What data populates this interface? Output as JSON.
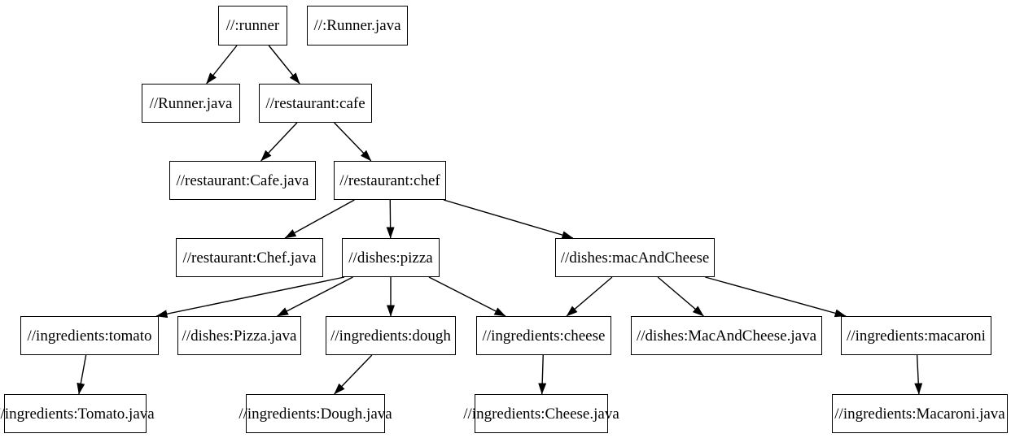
{
  "diagram": {
    "type": "dependency-graph",
    "background_color": "#ffffff",
    "node_fill_color": "#ffffff",
    "node_border_color": "#000000",
    "edge_color": "#000000",
    "text_color": "#000000",
    "nodes": [
      {
        "id": "runner",
        "label": "//:runner"
      },
      {
        "id": "runner-java-src",
        "label": "//:Runner.java"
      },
      {
        "id": "runner-java-file",
        "label": "//Runner.java"
      },
      {
        "id": "cafe",
        "label": "//restaurant:cafe"
      },
      {
        "id": "cafe-java",
        "label": "//restaurant:Cafe.java"
      },
      {
        "id": "chef",
        "label": "//restaurant:chef"
      },
      {
        "id": "chef-java",
        "label": "//restaurant:Chef.java"
      },
      {
        "id": "pizza",
        "label": "//dishes:pizza"
      },
      {
        "id": "mac-and-cheese",
        "label": "//dishes:macAndCheese"
      },
      {
        "id": "tomato",
        "label": "//ingredients:tomato"
      },
      {
        "id": "pizza-java",
        "label": "//dishes:Pizza.java"
      },
      {
        "id": "dough",
        "label": "//ingredients:dough"
      },
      {
        "id": "cheese",
        "label": "//ingredients:cheese"
      },
      {
        "id": "mac-and-cheese-java",
        "label": "//dishes:MacAndCheese.java"
      },
      {
        "id": "macaroni",
        "label": "//ingredients:macaroni"
      },
      {
        "id": "tomato-java",
        "label": "//ingredients:Tomato.java"
      },
      {
        "id": "dough-java",
        "label": "//ingredients:Dough.java"
      },
      {
        "id": "cheese-java",
        "label": "//ingredients:Cheese.java"
      },
      {
        "id": "macaroni-java",
        "label": "//ingredients:Macaroni.java"
      }
    ],
    "edges": [
      {
        "from": "runner",
        "to": "runner-java-file"
      },
      {
        "from": "runner",
        "to": "cafe"
      },
      {
        "from": "cafe",
        "to": "cafe-java"
      },
      {
        "from": "cafe",
        "to": "chef"
      },
      {
        "from": "chef",
        "to": "chef-java"
      },
      {
        "from": "chef",
        "to": "pizza"
      },
      {
        "from": "chef",
        "to": "mac-and-cheese"
      },
      {
        "from": "pizza",
        "to": "tomato"
      },
      {
        "from": "pizza",
        "to": "pizza-java"
      },
      {
        "from": "pizza",
        "to": "dough"
      },
      {
        "from": "pizza",
        "to": "cheese"
      },
      {
        "from": "mac-and-cheese",
        "to": "cheese"
      },
      {
        "from": "mac-and-cheese",
        "to": "mac-and-cheese-java"
      },
      {
        "from": "mac-and-cheese",
        "to": "macaroni"
      },
      {
        "from": "tomato",
        "to": "tomato-java"
      },
      {
        "from": "dough",
        "to": "dough-java"
      },
      {
        "from": "cheese",
        "to": "cheese-java"
      },
      {
        "from": "macaroni",
        "to": "macaroni-java"
      }
    ]
  }
}
